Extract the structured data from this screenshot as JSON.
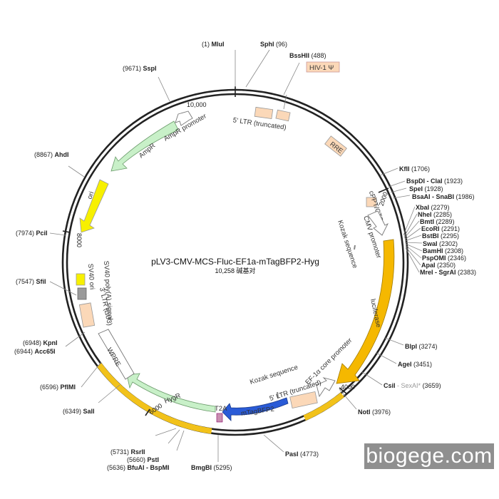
{
  "plasmid": {
    "name": "pLV3-CMV-MCS-Fluc-EF1a-mTagBFP2-Hyg",
    "size_label": "10,258 碱基对"
  },
  "ticks": {
    "t0": "10,000",
    "t2000": "2000",
    "t4000": "4000",
    "t6000": "6000",
    "t8000": "8000"
  },
  "features": {
    "hiv_psi": "HIV-1 Ψ",
    "ltr5": "5' LTR (truncated)",
    "rre": "RRE",
    "cppt": "cPPT/CTS",
    "cmv": "CMV promoter",
    "kozak1": "Kozak sequence",
    "luciferase": "luciferase",
    "ef1a": "EF-1α core promoter",
    "kozak2": "Kozak sequence",
    "ltr5b": "5' LTR (truncated)",
    "mtagbfp2": "mTagBFP2",
    "t2a": "T2A",
    "hygr": "HygR",
    "wpre": "WPRE",
    "ltr3": "3' LTR (ΔU3)",
    "sv40pa": "SV40 poly(A) signal",
    "sv40ori": "SV40 ori",
    "ori": "ori",
    "ampr": "AmpR",
    "ampr_promoter": "AmpR promoter"
  },
  "sites": {
    "mlui": {
      "pos": "(1)",
      "name": "MluI"
    },
    "sphi": {
      "pos": "(96)",
      "name": "SphI"
    },
    "bsshii": {
      "pos": "(488)",
      "name": "BssHII"
    },
    "kfli": {
      "pos": "(1706)",
      "name": "KflI"
    },
    "bspdi": {
      "pos": "(1923)",
      "name": "BspDI - ClaI"
    },
    "spei": {
      "pos": "(1928)",
      "name": "SpeI"
    },
    "bsaai": {
      "pos": "(1986)",
      "name": "BsaAI - SnaBI"
    },
    "xbai": {
      "pos": "(2279)",
      "name": "XbaI"
    },
    "nhei": {
      "pos": "(2285)",
      "name": "NheI"
    },
    "bmti": {
      "pos": "(2289)",
      "name": "BmtI"
    },
    "ecori": {
      "pos": "(2291)",
      "name": "EcoRI"
    },
    "bstbi": {
      "pos": "(2295)",
      "name": "BstBI"
    },
    "swai": {
      "pos": "(2302)",
      "name": "SwaI"
    },
    "bamhi": {
      "pos": "(2308)",
      "name": "BamHI"
    },
    "pspomi": {
      "pos": "(2346)",
      "name": "PspOMI"
    },
    "apai": {
      "pos": "(2350)",
      "name": "ApaI"
    },
    "mrei": {
      "pos": "(2383)",
      "name": "MreI - SgrAI"
    },
    "blpi": {
      "pos": "(3274)",
      "name": "BlpI"
    },
    "agei": {
      "pos": "(3451)",
      "name": "AgeI"
    },
    "csii": {
      "pos": "(3659)",
      "name": "CsiI",
      "extra": "- SexAI*"
    },
    "noti": {
      "pos": "(3976)",
      "name": "NotI"
    },
    "pasi": {
      "pos": "(4773)",
      "name": "PasI"
    },
    "bmgbi": {
      "pos": "(5295)",
      "name": "BmgBI"
    },
    "bfuai": {
      "pos": "(5636)",
      "name": "BfuAI - BspMI"
    },
    "psti": {
      "pos": "(5660)",
      "name": "PstI"
    },
    "rsrii": {
      "pos": "(5731)",
      "name": "RsrII"
    },
    "sali": {
      "pos": "(6349)",
      "name": "SalI"
    },
    "pflmi": {
      "pos": "(6596)",
      "name": "PflMI"
    },
    "acc65i": {
      "pos": "(6944)",
      "name": "Acc65I"
    },
    "kpni": {
      "pos": "(6948)",
      "name": "KpnI"
    },
    "sfii": {
      "pos": "(7547)",
      "name": "SfiI"
    },
    "pcii": {
      "pos": "(7974)",
      "name": "PciI"
    },
    "ahdi": {
      "pos": "(8867)",
      "name": "AhdI"
    },
    "sspi": {
      "pos": "(9671)",
      "name": "SspI"
    }
  },
  "watermark": "biogege.com",
  "colors": {
    "backbone": "#222222",
    "insert_yellow": "#f2c21a",
    "luciferase": "#f5b800",
    "mtagbfp2": "#2a5bd7",
    "hygr": "#c8f0c8",
    "ampr": "#c8f0c8",
    "ori": "#f7f000",
    "ltr": "#fbd8b8",
    "t2a": "#c88fb0"
  }
}
